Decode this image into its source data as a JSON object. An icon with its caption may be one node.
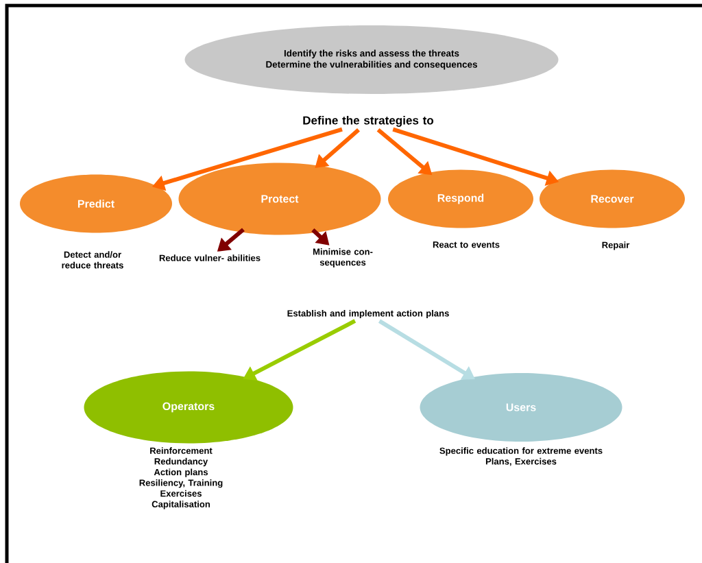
{
  "diagram": {
    "nodes": [
      {
        "text": [
          "Identify the risks and assess the threats",
          "Determine the vulnerabilities and consequences"
        ]
      },
      {
        "text": [
          "Define the strategies to"
        ]
      },
      {
        "text": [
          "Predict"
        ]
      },
      {
        "text": [
          "Protect"
        ]
      },
      {
        "text": [
          "Respond"
        ]
      },
      {
        "text": [
          "Recover"
        ]
      },
      {
        "text": [
          "Reduce vulner- abilities"
        ]
      },
      {
        "text": [
          "Minimise con- sequences"
        ]
      },
      {
        "text": [
          "Establish and implement action plans"
        ]
      },
      {
        "text": [
          "Operators"
        ],
        "beside": [
          "Reinforcement",
          "Redundancy",
          "Action plans",
          "Resiliency, Training",
          "Exercises",
          "Capitalisation"
        ]
      },
      {
        "text": [
          "Users"
        ],
        "beside": [
          "Specific education for extreme events",
          "Plans, Exercises"
        ]
      }
    ],
    "edges": [
      {
        "from": 1,
        "to": 2,
        "arrow": "to"
      },
      {
        "from": 1,
        "to": 3,
        "arrow": "to"
      },
      {
        "from": 1,
        "to": 4,
        "arrow": "to"
      },
      {
        "from": 1,
        "to": 5,
        "arrow": "to"
      },
      {
        "from": 3,
        "to": 6,
        "arrow": "to",
        "color": "#800000"
      },
      {
        "from": 3,
        "to": 7,
        "arrow": "to",
        "color": "#800000"
      },
      {
        "from": 8,
        "to": 9,
        "arrow": "to",
        "color": "#99cc00"
      },
      {
        "from": 8,
        "to": 10,
        "arrow": "to",
        "color": "#b7dde3"
      }
    ],
    "labels": [
      "Detect and/or reduce threats",
      "React to events",
      "Repair"
    ]
  }
}
